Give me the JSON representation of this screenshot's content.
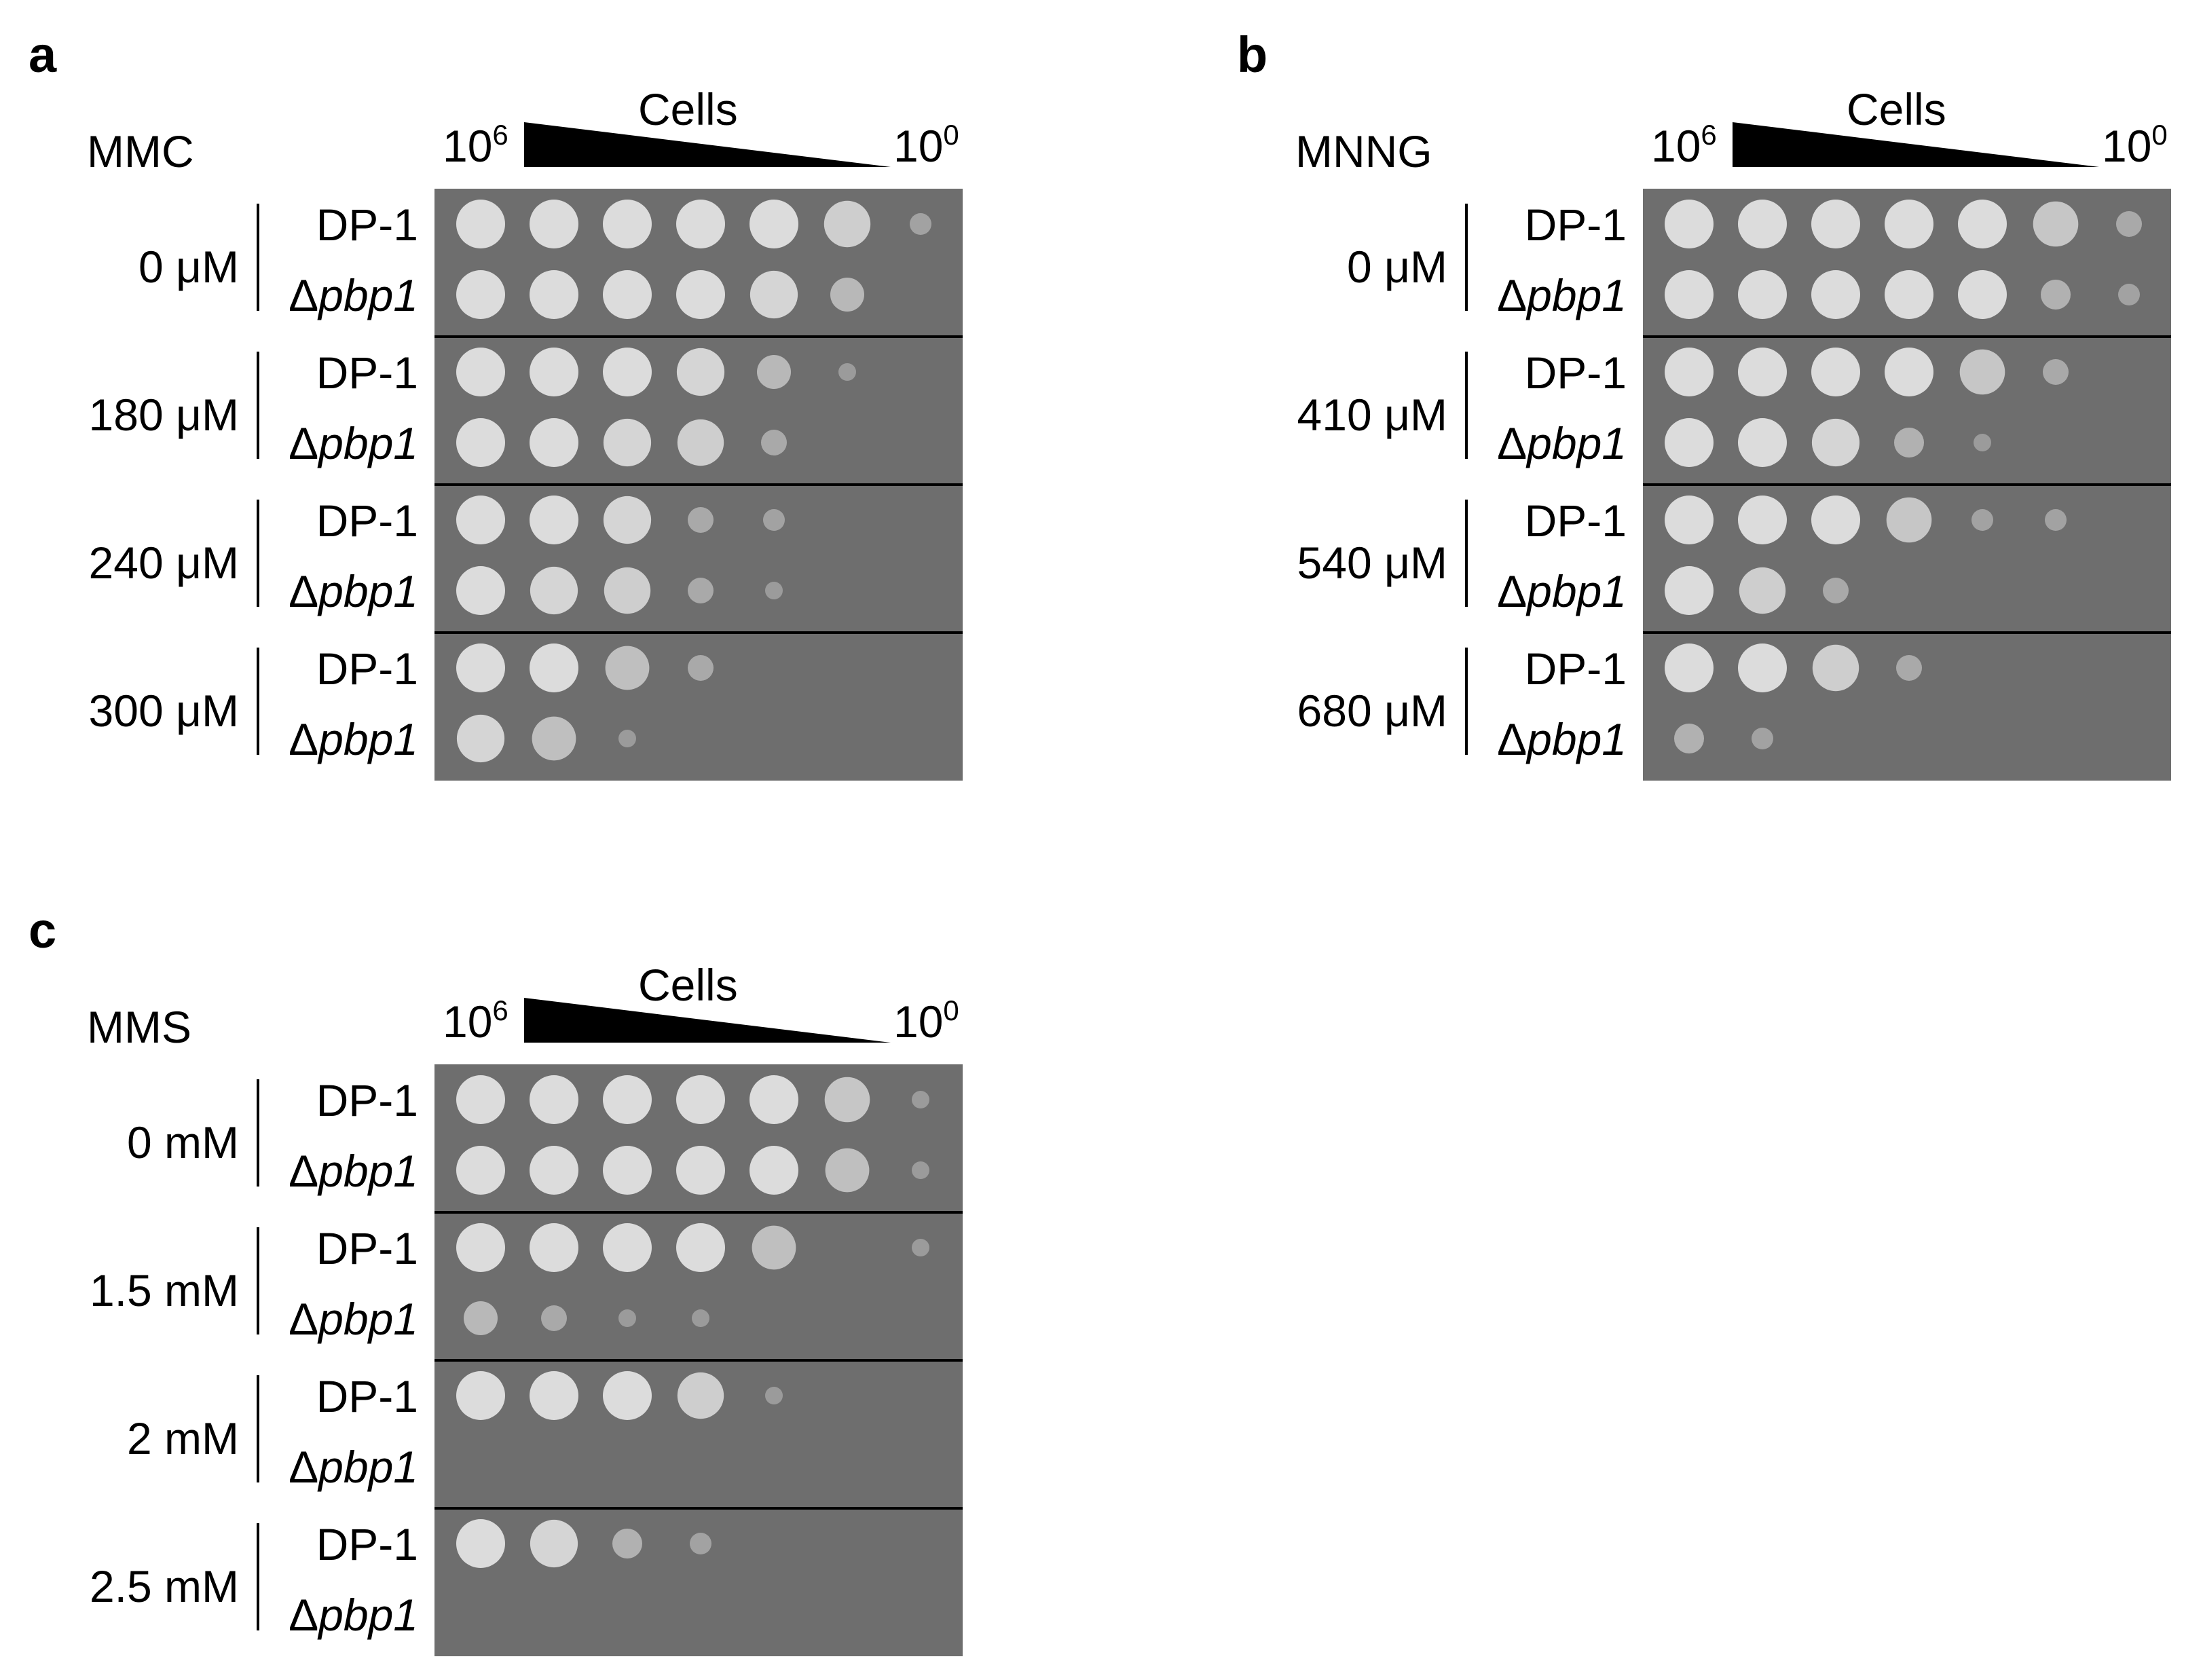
{
  "strain_labels": {
    "wild_type": "DP-1",
    "delta_symbol": "Δ",
    "mutant_gene": "pbp1"
  },
  "cells_label": "Cells",
  "dilution": {
    "high_base": "10",
    "high_exp": "6",
    "low_base": "10",
    "low_exp": "0"
  },
  "colors": {
    "plate_background": "#6e6e6e",
    "colony": "#dcdcdc",
    "ink": "#000000"
  },
  "panels": [
    {
      "letter": "a",
      "drug": "MMC",
      "conditions": [
        {
          "label": "0 μM",
          "growth": {
            "DP-1": [
              1,
              1,
              1,
              1,
              1,
              0.8,
              0.2
            ],
            "pbp1": [
              1,
              1,
              1,
              1,
              0.9,
              0.5,
              0
            ]
          }
        },
        {
          "label": "180 μM",
          "growth": {
            "DP-1": [
              1,
              1,
              1,
              0.9,
              0.5,
              0.1,
              0
            ],
            "pbp1": [
              1,
              1,
              0.9,
              0.8,
              0.3,
              0,
              0
            ]
          }
        },
        {
          "label": "240 μM",
          "growth": {
            "DP-1": [
              1,
              1,
              0.9,
              0.3,
              0.2,
              0,
              0
            ],
            "pbp1": [
              1,
              0.9,
              0.8,
              0.3,
              0.1,
              0,
              0
            ]
          }
        },
        {
          "label": "300 μM",
          "growth": {
            "DP-1": [
              1,
              1,
              0.6,
              0.3,
              0,
              0,
              0
            ],
            "pbp1": [
              0.9,
              0.6,
              0.1,
              0,
              0,
              0,
              0
            ]
          }
        }
      ]
    },
    {
      "letter": "b",
      "drug": "MNNG",
      "conditions": [
        {
          "label": "0 μM",
          "growth": {
            "DP-1": [
              1,
              1,
              1,
              1,
              1,
              0.7,
              0.3
            ],
            "pbp1": [
              1,
              1,
              1,
              1,
              1,
              0.4,
              0.2
            ]
          }
        },
        {
          "label": "410 μM",
          "growth": {
            "DP-1": [
              1,
              1,
              1,
              1,
              0.7,
              0.3,
              0
            ],
            "pbp1": [
              1,
              1,
              0.9,
              0.4,
              0.1,
              0,
              0
            ]
          }
        },
        {
          "label": "540 μM",
          "growth": {
            "DP-1": [
              1,
              1,
              1,
              0.7,
              0.2,
              0.2,
              0
            ],
            "pbp1": [
              1,
              0.8,
              0.3,
              0,
              0,
              0,
              0
            ]
          }
        },
        {
          "label": "680 μM",
          "growth": {
            "DP-1": [
              1,
              1,
              0.8,
              0.3,
              0,
              0,
              0
            ],
            "pbp1": [
              0.4,
              0.2,
              0,
              0,
              0,
              0,
              0
            ]
          }
        }
      ]
    },
    {
      "letter": "c",
      "drug": "MMS",
      "conditions": [
        {
          "label": "0 mM",
          "growth": {
            "DP-1": [
              1,
              1,
              1,
              1,
              1,
              0.7,
              0.1
            ],
            "pbp1": [
              1,
              1,
              1,
              1,
              1,
              0.6,
              0.1
            ]
          }
        },
        {
          "label": "1.5 mM",
          "growth": {
            "DP-1": [
              1,
              1,
              1,
              1,
              0.6,
              0,
              0.1
            ],
            "pbp1": [
              0.5,
              0.3,
              0.1,
              0.1,
              0,
              0,
              0
            ]
          }
        },
        {
          "label": "2 mM",
          "growth": {
            "DP-1": [
              1,
              1,
              1,
              0.8,
              0.1,
              0,
              0
            ],
            "pbp1": [
              0,
              0,
              0,
              0,
              0,
              0,
              0
            ]
          }
        },
        {
          "label": "2.5 mM",
          "growth": {
            "DP-1": [
              1,
              0.9,
              0.4,
              0.2,
              0,
              0,
              0
            ],
            "pbp1": [
              0,
              0,
              0,
              0,
              0,
              0,
              0
            ]
          }
        }
      ]
    }
  ]
}
